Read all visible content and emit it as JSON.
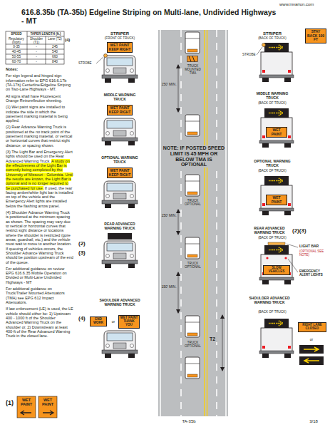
{
  "diagram": {
    "title": "616.8.35b (TA-35b) Edgeline Striping on Multi-lane, Undivided Highways - MT",
    "nodes": [
      {
        "text": [
          "WET PAINT KEEP RIGHT"
        ]
      },
      {
        "text": [
          "STAY BACK 100 FT"
        ]
      },
      {
        "text": [
          "WET PAINT KEEP RIGHT"
        ]
      },
      {
        "text": [
          "WET PAINT"
        ]
      },
      {
        "text": [
          "WET PAINT KEEP RIGHT"
        ]
      },
      {
        "text": [
          "WET PAINT"
        ]
      },
      {
        "text": [
          "SLOW VEHICLES"
        ]
      },
      {
        "text": [
          "END WORK"
        ]
      },
      {
        "text": [
          "WET PAINT THANK YOU"
        ]
      },
      {
        "text": [
          "RIGHT LANE CLOSED"
        ]
      },
      {
        "text": [
          "WET PAINT"
        ]
      },
      {
        "text": [
          "WET PAINT"
        ]
      }
    ],
    "labels": [
      "www.invarion.com",
      "SPEED",
      "TAPER LENGTH (ft.)",
      "Regulatory (mph)",
      "Shoulder (T1)",
      "Lane (T2)",
      "(4)",
      "0-35",
      "-",
      "245",
      "40-45",
      "-",
      "540",
      "50-55",
      "-",
      "660",
      "60-70",
      "-",
      "840",
      "Notes:",
      "For sign legend and hinged sign information refer to EPG 616.6.17b (TA-17b) Centerline/Edgeline Striping on Two-Lane Highways - MT.",
      "All signs shall have Fluorescent Orange Retroreflective sheeting.",
      "(1) Wet paint signs are installed to indicate the side in which the pavement marking material is being applied.",
      "(2) Rear Advance Warning Truck is positioned at the no track point of the pavement marking material, or vertical or horizontal curves that restrict sight distance, or spacing shown.",
      "(3) The Light Bar and Emergency Alert lights should be used on the Rear Advanced Warning Truck.",
      "A study on the effectiveness of the Light Bar is currently being completed by the University of Missouri - Columbia. Until the results are known, the Light Bar is optional and is no longer required to be purchased for use.",
      "If used, the rear facing amber/white light bar is installed on top of the vehicle and the Emergency Alert lights are installed below the flashing arrow panel.",
      "(4) Shoulder Advance Warning Truck is positioned at the minimum spacing as shown. The spacing may vary due to vertical or horizontal curves that restrict sight distance or locations where the shoulder is restricted (gore areas, guardrail, etc.) and the vehicle must wait to move to another location. If queuing of vehicles occurs, the Shoulder Advance Warning Truck should be position upstream of the end of the queue.",
      "For additional guidance on review EPG 616.6.35 Mobile Operation on Divided or Multi-Lane Undivided Highways - MT",
      "For additional guidance on Truck/Trailer Mounted Attenuators (TMA) see EPG 612 Impact Attenuators.",
      "If law enforcement (LE) is used, the LE vehicle should either be: 1) Upstream 400 - 1000 ft of the Shoulder Advanced Warning Truck on the shoulder or, 2) Downstream at least 400-ft of the Rear Advanced Warning Truck in the closed lane.",
      "(1)",
      "STRIPER",
      "(FRONT OF TRUCK)",
      "STROBE",
      "MIDDLE WARNING TRUCK",
      "OPTIONAL WARNING TRUCK",
      "REAR ADVANCED WARNING TRUCK",
      "(2)",
      "(3)",
      "(4)",
      "SHOULDER ADVANCED WARNING TRUCK",
      "or",
      "150' MIN.",
      "TRUCK MOUNTED TMA",
      "NOTE: IF POSTED SPEED LIMIT IS 45 MPH OR BELOW TMA IS OPTIONAL",
      "TRUCK OPTIONAL",
      "150' MIN.",
      "TRUCK OPTIONAL",
      "150' MIN.",
      "T2",
      "TRUCK OPTIONAL",
      "STRIPER",
      "(BACK OF TRUCK)",
      "STROBE",
      "MIDDLE WARNING TRUCK",
      "(BACK OF TRUCK)",
      "OPTIONAL WARNING TRUCK",
      "(BACK OF TRUCK)",
      "REAR ADVANCED WARNING TRUCK",
      "(2)(3)",
      "(BACK OF TRUCK)",
      "LIGHT BAR",
      "(OPTIONAL SEE NOTE)",
      "EMERGENCY ALERT LIGHTS",
      "SHOULDER ADVANCED WARNING TRUCK",
      "(BACK OF TRUCK)",
      "or",
      "TA-35b",
      "3/18"
    ]
  }
}
